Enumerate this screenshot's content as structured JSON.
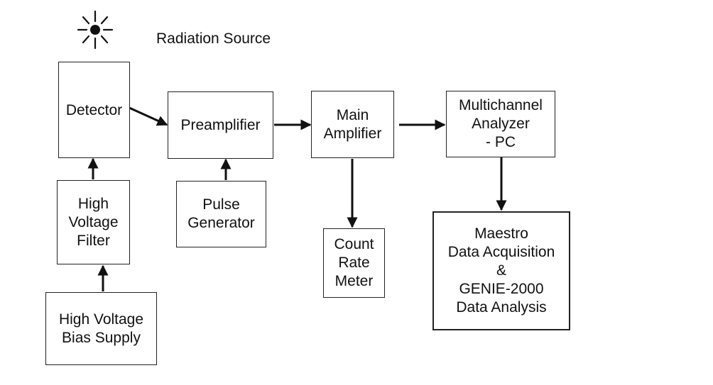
{
  "title": "Radiation Source",
  "source_icon": "sun-burst-icon",
  "blocks": {
    "detector": "Detector",
    "hv_filter": "High\nVoltage\nFilter",
    "hv_bias": "High Voltage\nBias Supply",
    "preamp": "Preamplifier",
    "pulse_gen": "Pulse\nGenerator",
    "main_amp": "Main\nAmplifier",
    "count_rate": "Count\nRate\nMeter",
    "mca": "Multichannel\nAnalyzer\n- PC",
    "software": "Maestro\nData Acquisition\n&\nGENIE-2000\nData Analysis"
  },
  "connections": [
    {
      "from": "Detector",
      "to": "Preamplifier"
    },
    {
      "from": "High Voltage Filter",
      "to": "Detector"
    },
    {
      "from": "High Voltage Bias Supply",
      "to": "High Voltage Filter"
    },
    {
      "from": "Pulse Generator",
      "to": "Preamplifier"
    },
    {
      "from": "Preamplifier",
      "to": "Main Amplifier"
    },
    {
      "from": "Main Amplifier",
      "to": "Count Rate Meter"
    },
    {
      "from": "Main Amplifier",
      "to": "Multichannel Analyzer - PC"
    },
    {
      "from": "Multichannel Analyzer - PC",
      "to": "Maestro Data Acquisition & GENIE-2000 Data Analysis"
    }
  ]
}
